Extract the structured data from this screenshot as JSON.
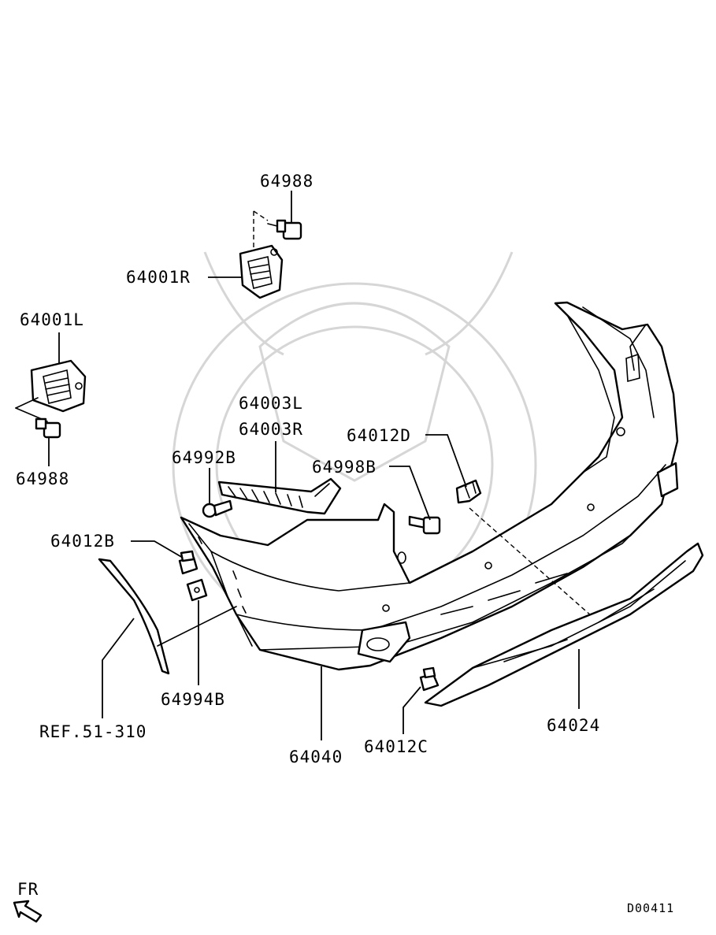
{
  "labels": {
    "bolt_top": "64988",
    "bracket_r": "64001R",
    "bracket_l": "64001L",
    "bolt_left": "64988",
    "retainer_l": "64003L",
    "retainer_r": "64003R",
    "screw": "64992B",
    "clip_d": "64012D",
    "bolt_b": "64998B",
    "clip_b": "64012B",
    "molding_ref": "REF.51-310",
    "nut": "64994B",
    "bumper": "64040",
    "clip_c": "64012C",
    "lower_panel": "64024",
    "front_arrow": "FR",
    "diagram_code": "D00411"
  }
}
